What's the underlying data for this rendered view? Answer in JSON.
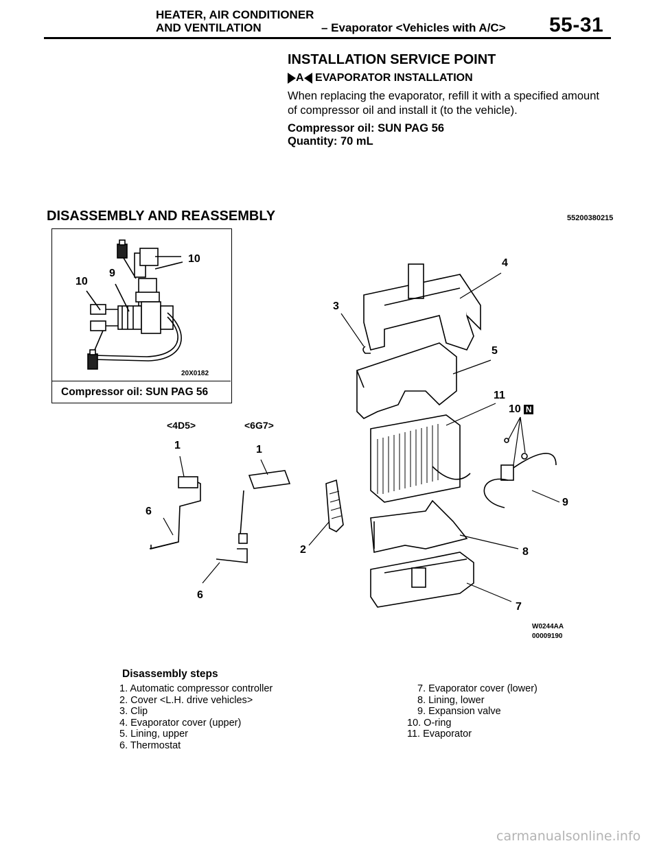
{
  "header": {
    "section_line1": "HEATER, AIR CONDITIONER",
    "section_line2": "AND VENTILATION",
    "subtitle": "– Evaporator <Vehicles with A/C>",
    "page_number": "55-31"
  },
  "installation": {
    "heading": "INSTALLATION SERVICE POINT",
    "sub_heading_mark": "A",
    "sub_heading": "EVAPORATOR INSTALLATION",
    "paragraph_line1": "When replacing the evaporator, refill it with a specified amount",
    "paragraph_line2": "of compressor oil and install it (to the vehicle).",
    "spec_oil": "Compressor oil: SUN PAG 56",
    "spec_qty": "Quantity: 70 mL"
  },
  "disassembly": {
    "heading": "DISASSEMBLY AND REASSEMBLY",
    "code": "55200380215"
  },
  "inset": {
    "callouts": [
      "10",
      "9",
      "10"
    ],
    "figure_code": "20X0182",
    "caption": "Compressor oil: SUN PAG 56"
  },
  "diagram": {
    "variant_left": "<4D5>",
    "variant_right": "<6G7>",
    "callouts": {
      "c1a": "1",
      "c1b": "1",
      "c6a": "6",
      "c6b": "6",
      "c2": "2",
      "c3": "3",
      "c4": "4",
      "c5": "5",
      "c11": "11",
      "c10": "10",
      "n_mark": "N",
      "c9": "9",
      "c8": "8",
      "c7": "7"
    },
    "code1": "W0244AA",
    "code2": "00009190"
  },
  "steps": {
    "title": "Disassembly steps",
    "left": [
      "1. Automatic compressor controller",
      "2. Cover <L.H. drive vehicles>",
      "3. Clip",
      "4. Evaporator cover (upper)",
      "5. Lining, upper",
      "6. Thermostat"
    ],
    "right": [
      "7. Evaporator cover (lower)",
      "8. Lining, lower",
      "9. Expansion valve",
      "10. O-ring",
      "11. Evaporator"
    ]
  },
  "watermark": "carmanualsonline.info"
}
